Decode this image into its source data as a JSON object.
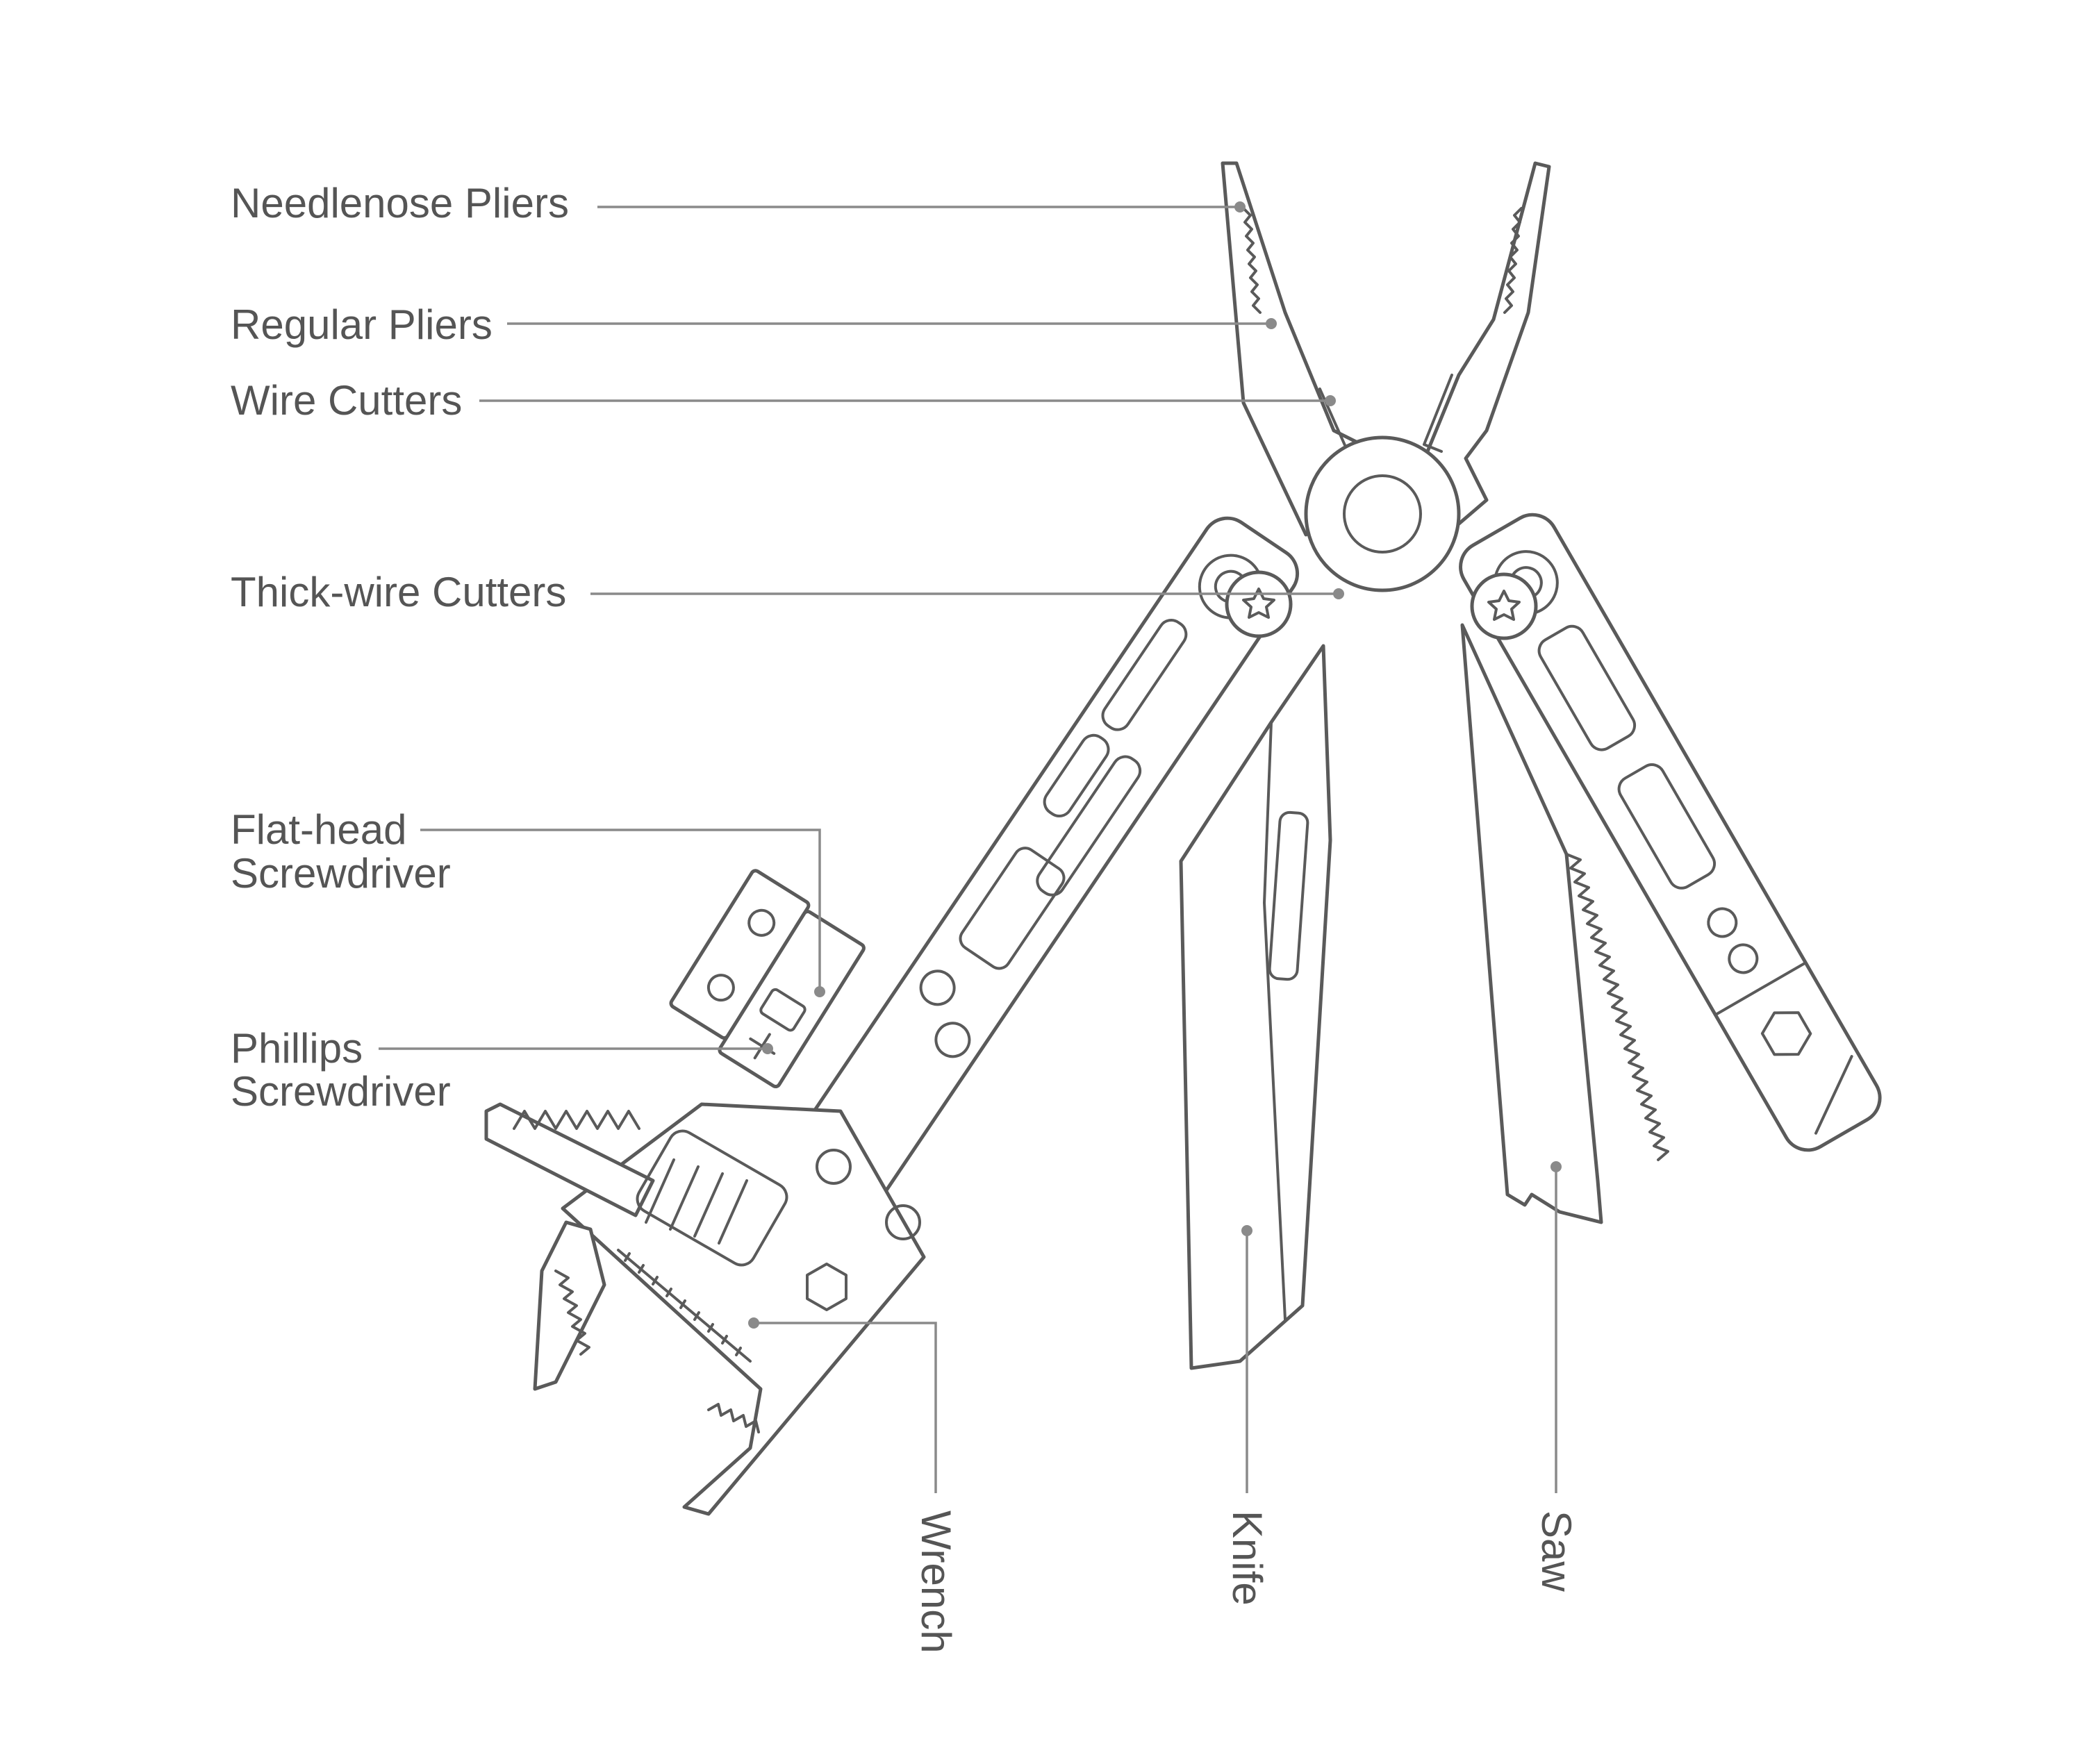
{
  "labels": {
    "needlenose_pliers": "Needlenose Pliers",
    "regular_pliers": "Regular Pliers",
    "wire_cutters": "Wire Cutters",
    "thick_wire_cutters": "Thick-wire Cutters",
    "flat_head_line1": "Flat-head",
    "flat_head_line2": "Screwdriver",
    "phillips_line1": "Phillips",
    "phillips_line2": "Screwdriver",
    "wrench": "Wrench",
    "knife": "Knife",
    "saw": "Saw"
  },
  "colors": {
    "text": "#555555",
    "leader": "#8a8a8a",
    "outline": "#5a5a5a",
    "background": "#ffffff"
  }
}
